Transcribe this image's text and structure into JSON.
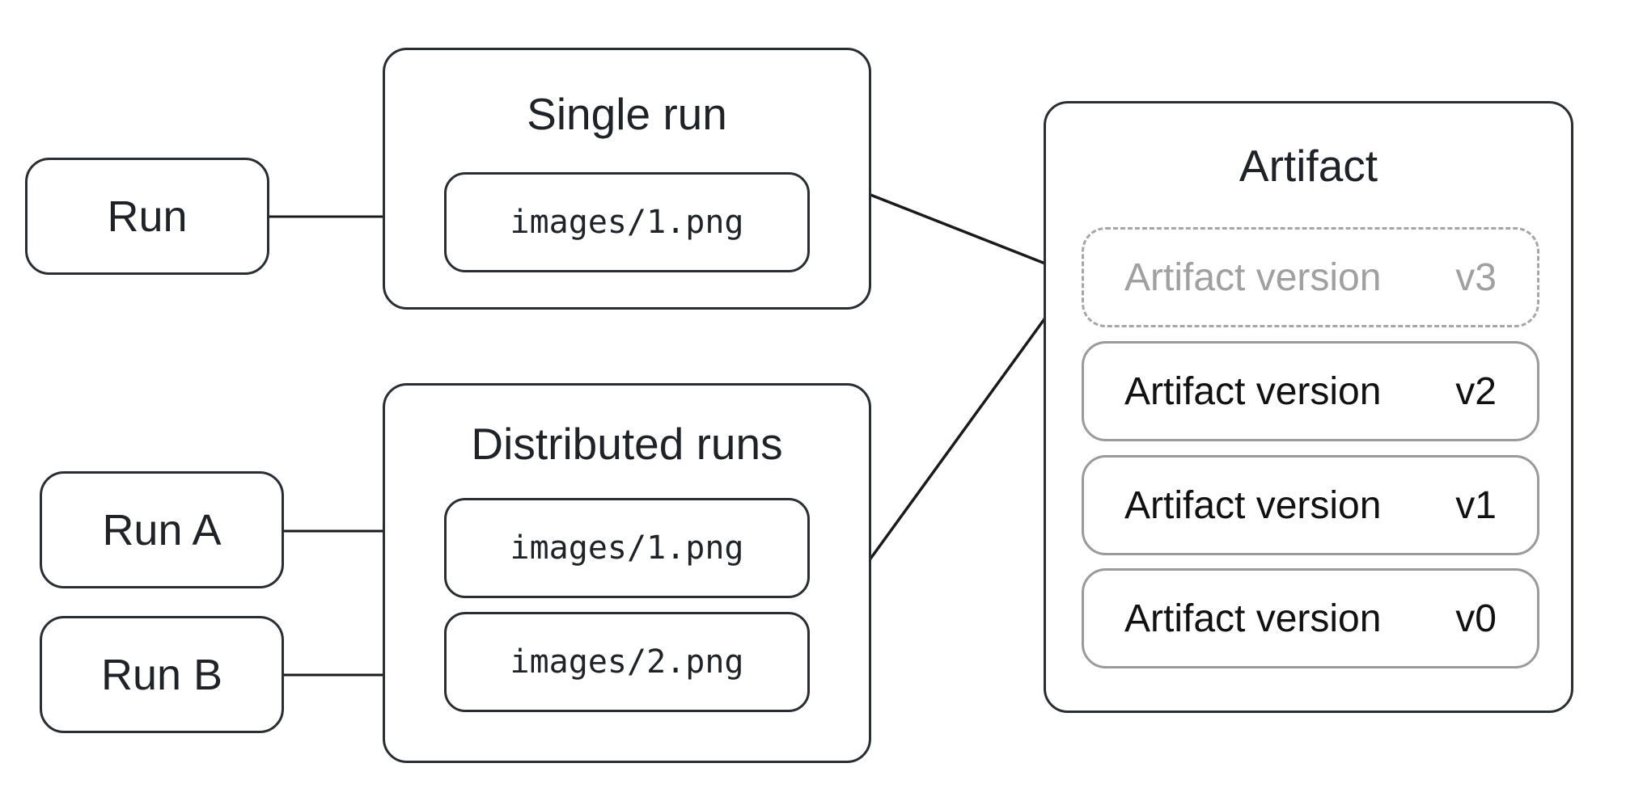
{
  "runs": {
    "single": "Run",
    "a": "Run A",
    "b": "Run B"
  },
  "single_group": {
    "title": "Single run",
    "file": "images/1.png"
  },
  "distributed_group": {
    "title": "Distributed runs",
    "files": [
      "images/1.png",
      "images/2.png"
    ]
  },
  "artifact": {
    "title": "Artifact",
    "versions": [
      {
        "label": "Artifact version",
        "tag": "v3",
        "state": "pending"
      },
      {
        "label": "Artifact version",
        "tag": "v2",
        "state": "logged"
      },
      {
        "label": "Artifact version",
        "tag": "v1",
        "state": "logged"
      },
      {
        "label": "Artifact version",
        "tag": "v0",
        "state": "logged"
      }
    ]
  },
  "colors": {
    "stroke": "#2a2e33",
    "version_border": "#9a9a9a",
    "pending_text": "#a0a0a0"
  }
}
